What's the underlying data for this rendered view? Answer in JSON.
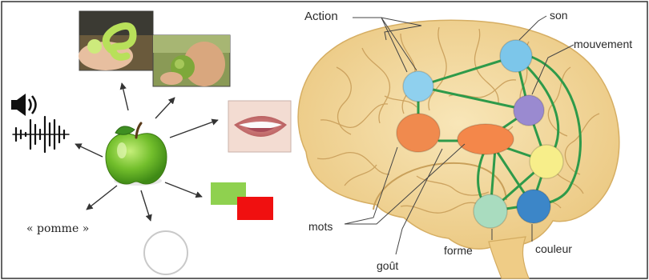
{
  "labels": {
    "action": "Action",
    "son": "son",
    "mouvement": "mouvement",
    "mots": "mots",
    "gout": "goût",
    "forme": "forme",
    "couleur": "couleur",
    "pomme": "« pomme »"
  },
  "colors": {
    "network_links": "#2e9a4a",
    "node_action": "#8fd0ee",
    "node_son": "#7cc6ea",
    "node_mouvement": "#9a8ad0",
    "node_mots": "#f08a4e",
    "node_gout": "#f4874a",
    "node_jaune": "#f7ee8a",
    "node_forme": "#a9dcbf",
    "node_couleur": "#3c86c8",
    "brain": "#f2d79c",
    "square_green": "#8fd14f",
    "square_red": "#f01010"
  },
  "icons": {
    "sound": "speaker-icon",
    "waveform": "waveform-icon",
    "apple": "apple-icon"
  }
}
